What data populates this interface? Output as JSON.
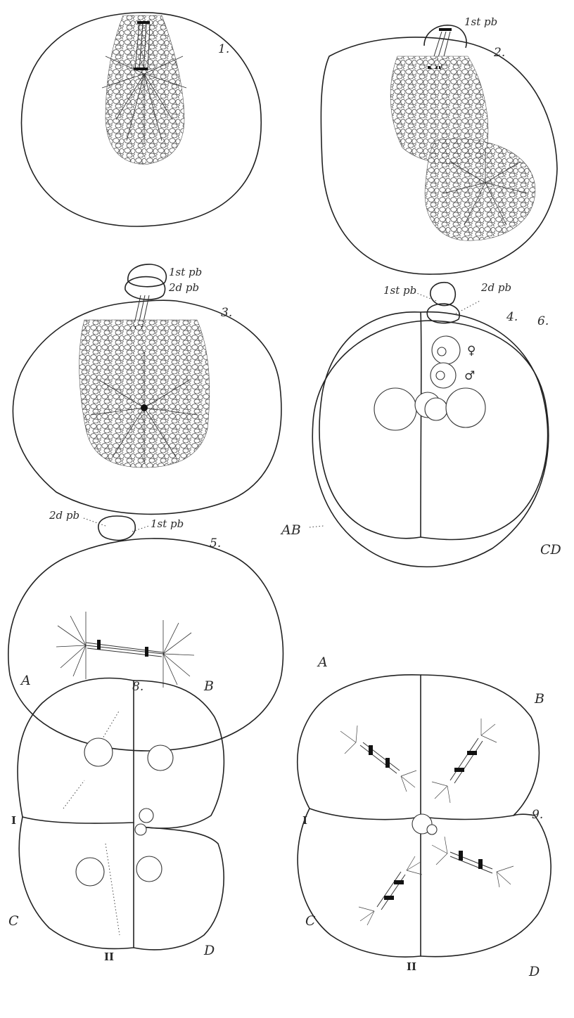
{
  "figures": [
    {
      "number": "1.",
      "labels": []
    },
    {
      "number": "2.",
      "labels": [
        "1st pb"
      ]
    },
    {
      "number": "3.",
      "labels": [
        "1st pb",
        "2d pb"
      ]
    },
    {
      "number": "4.",
      "labels": [
        "1st pb",
        "2d pb",
        "♀",
        "♂"
      ]
    },
    {
      "number": "5.",
      "labels": [
        "2d pb",
        "1st pb"
      ]
    },
    {
      "number": "6.",
      "labels": [
        "AB",
        "CD"
      ]
    },
    {
      "number": "8.",
      "labels": [
        "A",
        "B",
        "C",
        "D",
        "I",
        "II"
      ]
    },
    {
      "number": "9.",
      "labels": [
        "A",
        "B",
        "C",
        "D",
        "I",
        "II"
      ]
    }
  ]
}
